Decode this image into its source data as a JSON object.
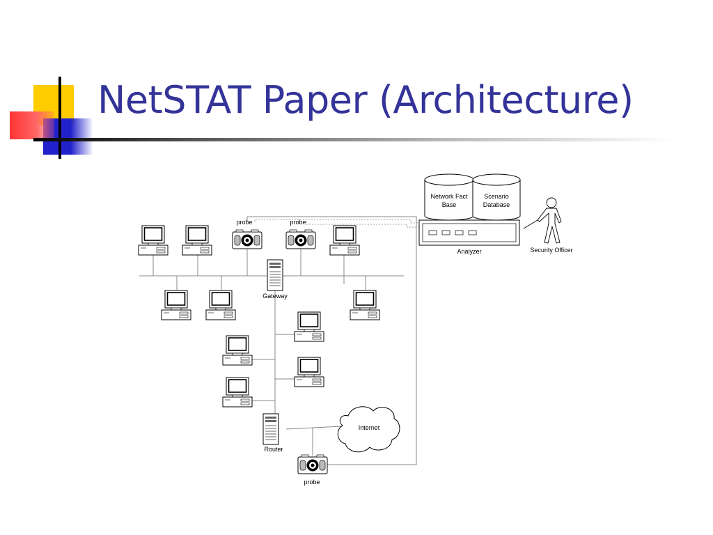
{
  "slide": {
    "title": "NetSTAT Paper (Architecture)"
  },
  "diagram": {
    "labels": {
      "network_fact_base_line1": "Network Fact",
      "network_fact_base_line2": "Base",
      "scenario_database_line1": "Scenario",
      "scenario_database_line2": "Database",
      "analyzer": "Analyzer",
      "security_officer": "Security Officer",
      "probe_top_left": "probe",
      "probe_top_right": "probe",
      "probe_bottom": "probe",
      "gateway": "Gateway",
      "router": "Router",
      "internet": "Internet"
    }
  },
  "colors": {
    "title": "#333399",
    "accent_yellow": "#ffcc00",
    "accent_red": "#ff3333",
    "accent_blue": "#2222cc",
    "line": "#888888"
  }
}
